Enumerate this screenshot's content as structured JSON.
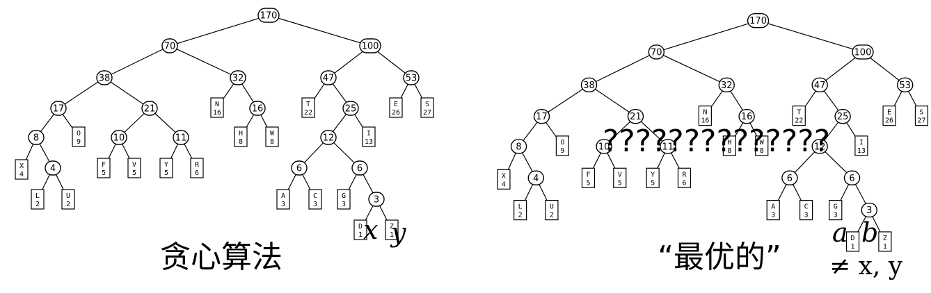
{
  "left_tree": {
    "caption": "贪心算法",
    "leaf_labels": [
      "x",
      "y"
    ],
    "internal": [
      {
        "id": "n170",
        "v": "170"
      },
      {
        "id": "n70",
        "v": "70"
      },
      {
        "id": "n100",
        "v": "100"
      },
      {
        "id": "n38",
        "v": "38"
      },
      {
        "id": "n32",
        "v": "32"
      },
      {
        "id": "n47",
        "v": "47"
      },
      {
        "id": "n53",
        "v": "53"
      },
      {
        "id": "n17",
        "v": "17"
      },
      {
        "id": "n21",
        "v": "21"
      },
      {
        "id": "n16",
        "v": "16"
      },
      {
        "id": "n25",
        "v": "25"
      },
      {
        "id": "n8",
        "v": "8"
      },
      {
        "id": "n10",
        "v": "10"
      },
      {
        "id": "n11",
        "v": "11"
      },
      {
        "id": "n12",
        "v": "12"
      },
      {
        "id": "n4",
        "v": "4"
      },
      {
        "id": "n6a",
        "v": "6"
      },
      {
        "id": "n6b",
        "v": "6"
      },
      {
        "id": "n3",
        "v": "3"
      }
    ],
    "leaves": [
      {
        "id": "X",
        "ch": "X",
        "f": "4"
      },
      {
        "id": "O",
        "ch": "O",
        "f": "9"
      },
      {
        "id": "L",
        "ch": "L",
        "f": "2"
      },
      {
        "id": "U",
        "ch": "U",
        "f": "2"
      },
      {
        "id": "F",
        "ch": "F",
        "f": "5"
      },
      {
        "id": "V",
        "ch": "V",
        "f": "5"
      },
      {
        "id": "Y",
        "ch": "Y",
        "f": "5"
      },
      {
        "id": "R",
        "ch": "R",
        "f": "6"
      },
      {
        "id": "N",
        "ch": "N",
        "f": "16"
      },
      {
        "id": "H",
        "ch": "H",
        "f": "8"
      },
      {
        "id": "W",
        "ch": "W",
        "f": "8"
      },
      {
        "id": "T",
        "ch": "T",
        "f": "22"
      },
      {
        "id": "I",
        "ch": "I",
        "f": "13"
      },
      {
        "id": "A",
        "ch": "A",
        "f": "3"
      },
      {
        "id": "C",
        "ch": "C",
        "f": "3"
      },
      {
        "id": "G",
        "ch": "G",
        "f": "3"
      },
      {
        "id": "D",
        "ch": "D",
        "f": "1"
      },
      {
        "id": "Z",
        "ch": "Z",
        "f": "1"
      },
      {
        "id": "E",
        "ch": "E",
        "f": "26"
      },
      {
        "id": "S",
        "ch": "S",
        "f": "27"
      }
    ]
  },
  "right_tree": {
    "caption": "“最优的”",
    "question_marks": "??????????????",
    "leaf_labels": [
      "a",
      "b"
    ],
    "note": "≠ x, y"
  }
}
